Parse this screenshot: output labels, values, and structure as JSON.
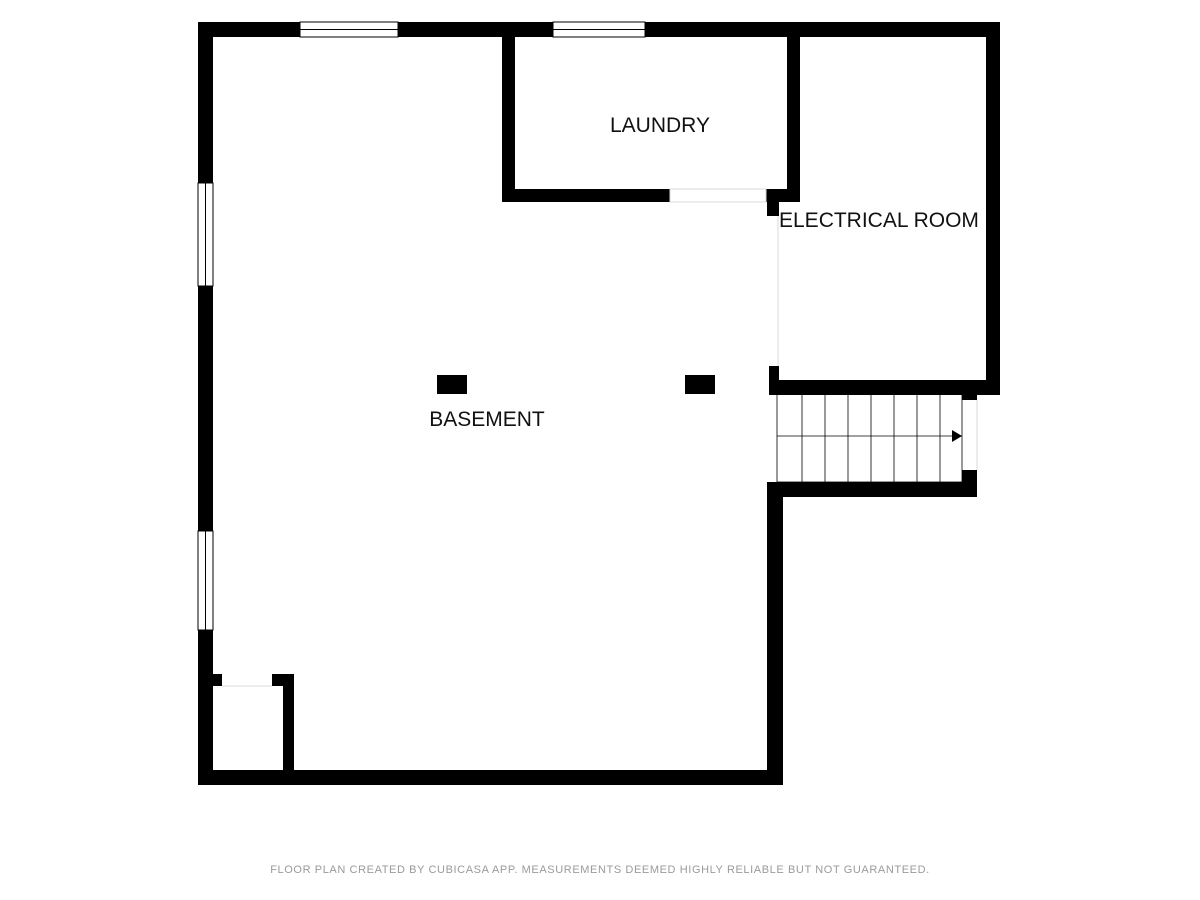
{
  "rooms": {
    "laundry": "LAUNDRY",
    "electrical": "ELECTRICAL ROOM",
    "basement": "BASEMENT"
  },
  "footer": "FLOOR PLAN CREATED BY CUBICASA APP. MEASUREMENTS DEEMED HIGHLY RELIABLE BUT NOT GUARANTEED.",
  "colors": {
    "wall": "#000000",
    "background": "#ffffff",
    "footer_text": "#9a9a9a"
  },
  "icons": {
    "stairs_direction": "arrow-right-icon"
  }
}
